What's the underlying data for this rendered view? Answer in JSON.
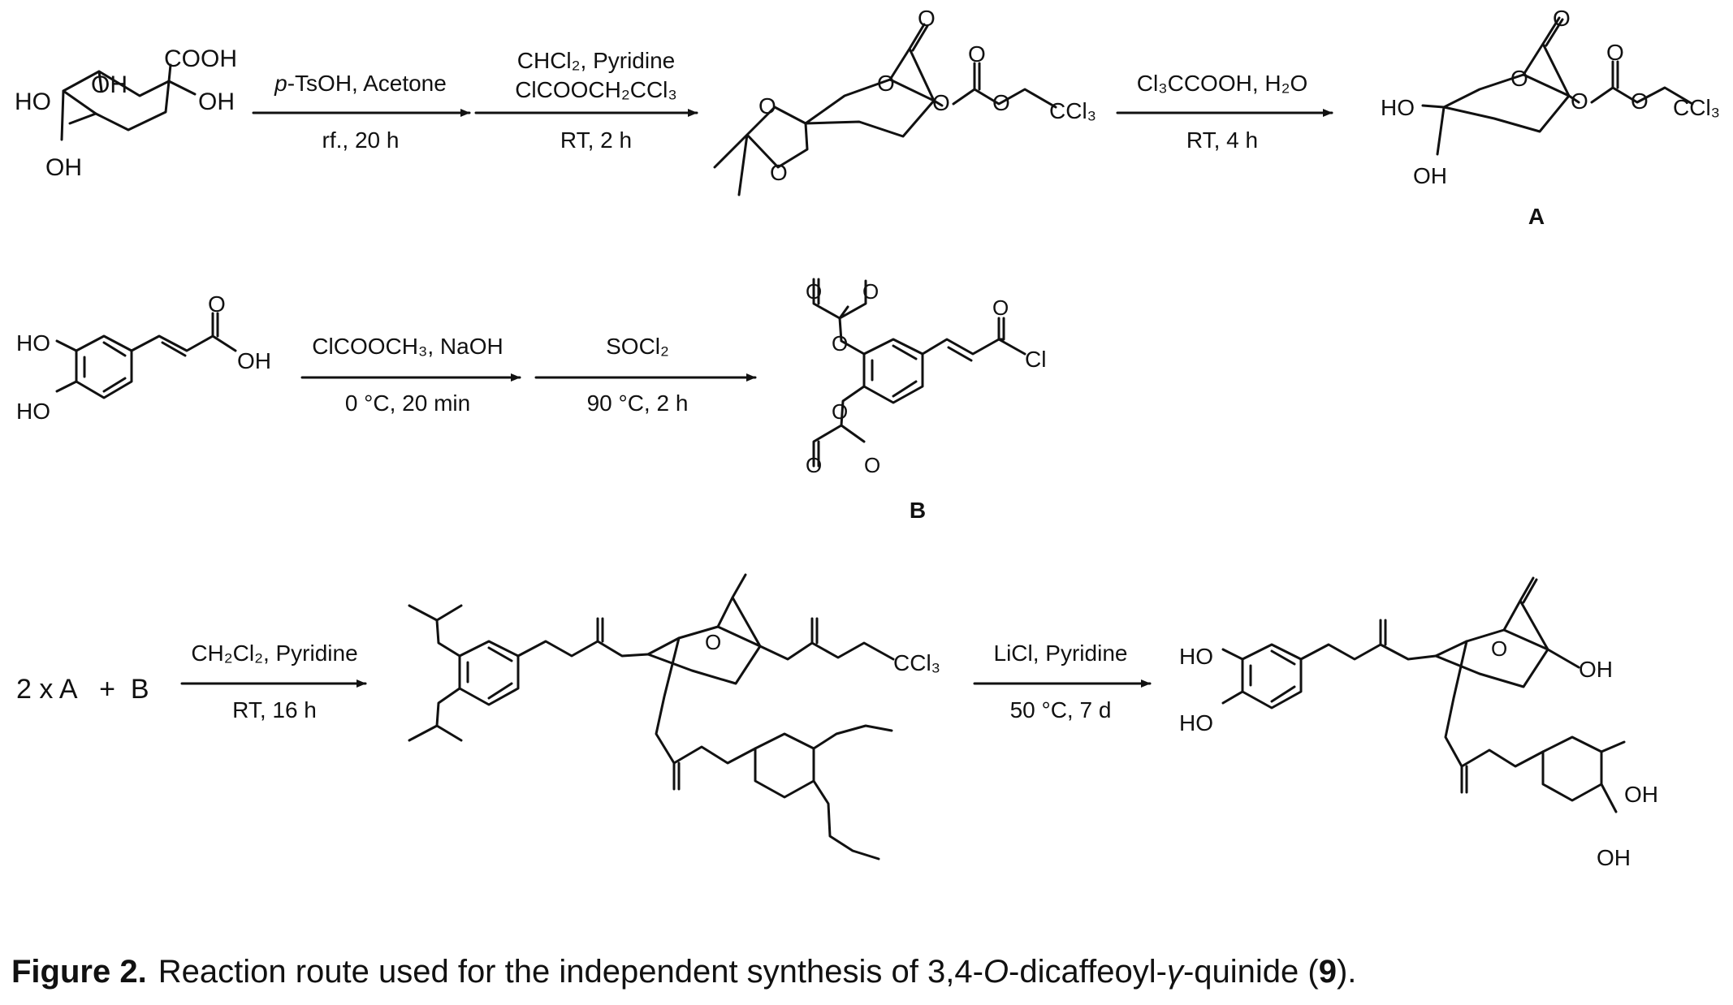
{
  "figure": {
    "number_label": "Figure 2.",
    "caption_before": "Reaction route used for the independent synthesis of 3,4-",
    "caption_italic_o": "O",
    "caption_mid": "-dicaffeoyl-",
    "caption_gamma": "γ",
    "caption_after": "-quinide (",
    "compound_number": "9",
    "caption_close": ")."
  },
  "row1": {
    "step1": {
      "italic_prefix": "p",
      "top": "-TsOH, Acetone",
      "bottom": "rf., 20 h"
    },
    "step2": {
      "top1": "CHCl₂, Pyridine",
      "top2": "ClCOOCH₂CCl₃",
      "bottom": "RT, 2 h"
    },
    "step3": {
      "top": "Cl₃CCOOH, H₂O",
      "bottom": "RT, 4 h"
    },
    "product_label": "A",
    "quinic_acid_labels": {
      "cooh": "COOH",
      "ho": "HO",
      "oh1": "OH",
      "oh2": "OH",
      "oh3": "OH"
    },
    "intermediate_labels": {
      "o1": "O",
      "o2": "O",
      "o3": "O",
      "o4": "O",
      "o5": "O",
      "o6": "O",
      "o7": "O",
      "ccl3": "CCl₃"
    },
    "a_labels": {
      "ho": "HO",
      "oh": "OH",
      "o1": "O",
      "o2": "O",
      "o3": "O",
      "o4": "O",
      "o5": "O",
      "ccl3": "CCl₃"
    }
  },
  "row2": {
    "step1": {
      "top": "ClCOOCH₃, NaOH",
      "bottom": "0 °C, 20 min"
    },
    "step2": {
      "top": "SOCl₂",
      "bottom": "90 °C, 2 h"
    },
    "product_label": "B",
    "caffeic_labels": {
      "ho1": "HO",
      "ho2": "HO",
      "o": "O",
      "oh": "OH"
    },
    "b_labels": {
      "o1": "O",
      "o2": "O",
      "o3": "O",
      "o4": "O",
      "o5": "O",
      "o6": "O",
      "o7": "O",
      "cl": "Cl"
    }
  },
  "row3": {
    "reactants": "2 x A   +  B",
    "step1": {
      "top": "CH₂Cl₂, Pyridine",
      "bottom": "RT, 16 h"
    },
    "step2": {
      "top": "LiCl, Pyridine",
      "bottom": "50 °C, 7 d"
    },
    "protected_labels": {
      "o": "O",
      "ccl3": "CCl₃"
    },
    "product_labels": {
      "ho1": "HO",
      "ho2": "HO",
      "oh1": "OH",
      "oh2": "OH",
      "oh3": "OH",
      "o": "O"
    }
  },
  "colors": {
    "ink": "#111111",
    "background": "#ffffff"
  }
}
